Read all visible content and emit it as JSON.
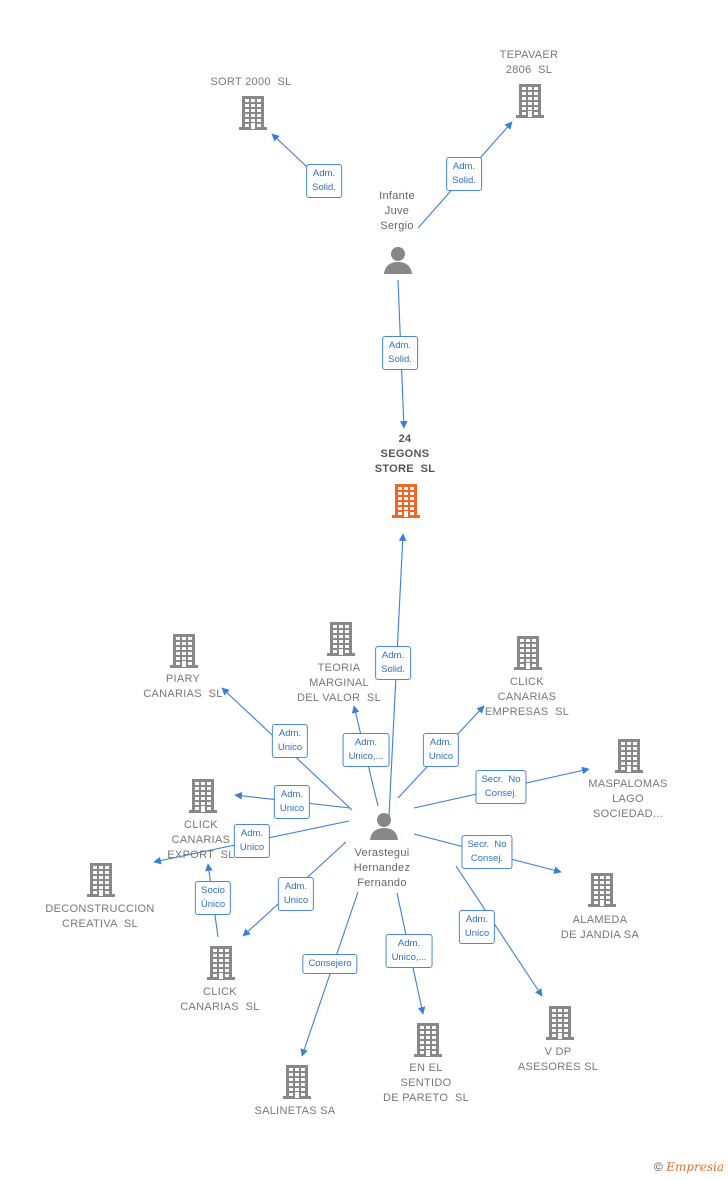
{
  "colors": {
    "edge": "#3b7fd6",
    "node": "#888888",
    "main_node": "#f26522"
  },
  "nodes": [
    {
      "id": "sort2000",
      "kind": "company",
      "label": "SORT 2000  SL"
    },
    {
      "id": "tepavaer",
      "kind": "company",
      "label": "TEPAVAER\n2806  SL"
    },
    {
      "id": "infante",
      "kind": "person",
      "label": "Infante\nJuve\nSergio"
    },
    {
      "id": "main",
      "kind": "main",
      "label": "24\nSEGONS\nSTORE  SL"
    },
    {
      "id": "piary",
      "kind": "company",
      "label": "PIARY\nCANARIAS  SL"
    },
    {
      "id": "teoria",
      "kind": "company",
      "label": "TEORIA\nMARGINAL\nDEL VALOR  SL"
    },
    {
      "id": "clickemp",
      "kind": "company",
      "label": "CLICK\nCANARIAS\nEMPRESAS  SL"
    },
    {
      "id": "maspalomas",
      "kind": "company",
      "label": "MASPALOMAS\nLAGO\nSOCIEDAD..."
    },
    {
      "id": "clickexp",
      "kind": "company",
      "label": "CLICK\nCANARIAS\nEXPORT  SL"
    },
    {
      "id": "decon",
      "kind": "company",
      "label": "DECONSTRUCCION\nCREATIVA  SL"
    },
    {
      "id": "verastegui",
      "kind": "person",
      "label": "Verastegui\nHernandez\nFernando"
    },
    {
      "id": "alameda",
      "kind": "company",
      "label": "ALAMEDA\nDE JANDIA SA"
    },
    {
      "id": "clickcan",
      "kind": "company",
      "label": "CLICK\nCANARIAS  SL"
    },
    {
      "id": "vdp",
      "kind": "company",
      "label": "V DP\nASESORES SL"
    },
    {
      "id": "pareto",
      "kind": "company",
      "label": "EN EL\nSENTIDO\nDE PARETO  SL"
    },
    {
      "id": "salinetas",
      "kind": "company",
      "label": "SALINETAS SA"
    }
  ],
  "edges": [
    {
      "from": "infante",
      "to": "sort2000",
      "label": "Adm.\nSolid."
    },
    {
      "from": "infante",
      "to": "tepavaer",
      "label": "Adm.\nSolid."
    },
    {
      "from": "infante",
      "to": "main",
      "label": "Adm.\nSolid."
    },
    {
      "from": "verastegui",
      "to": "main",
      "label": "Adm.\nSolid."
    },
    {
      "from": "verastegui",
      "to": "piary",
      "label": "Adm.\nUnico"
    },
    {
      "from": "verastegui",
      "to": "teoria",
      "label": "Adm.\nUnico,..."
    },
    {
      "from": "verastegui",
      "to": "clickemp",
      "label": "Adm.\nUnico"
    },
    {
      "from": "verastegui",
      "to": "maspalomas",
      "label": "Secr.  No\nConsej."
    },
    {
      "from": "verastegui",
      "to": "clickexp",
      "label": "Adm.\nUnico"
    },
    {
      "from": "verastegui",
      "to": "decon",
      "label": "Adm.\nUnico"
    },
    {
      "from": "clickcan",
      "to": "clickexp",
      "label": "Socio\nÚnico"
    },
    {
      "from": "verastegui",
      "to": "clickcan",
      "label": "Adm.\nUnico"
    },
    {
      "from": "verastegui",
      "to": "alameda",
      "label": "Secr.  No\nConsej."
    },
    {
      "from": "verastegui",
      "to": "vdp",
      "label": "Adm.\nUnico"
    },
    {
      "from": "verastegui",
      "to": "pareto",
      "label": "Adm.\nUnico,..."
    },
    {
      "from": "verastegui",
      "to": "salinetas",
      "label": "Consejero"
    }
  ],
  "footer": {
    "copyright_symbol": "©",
    "brand": "Empresia"
  }
}
